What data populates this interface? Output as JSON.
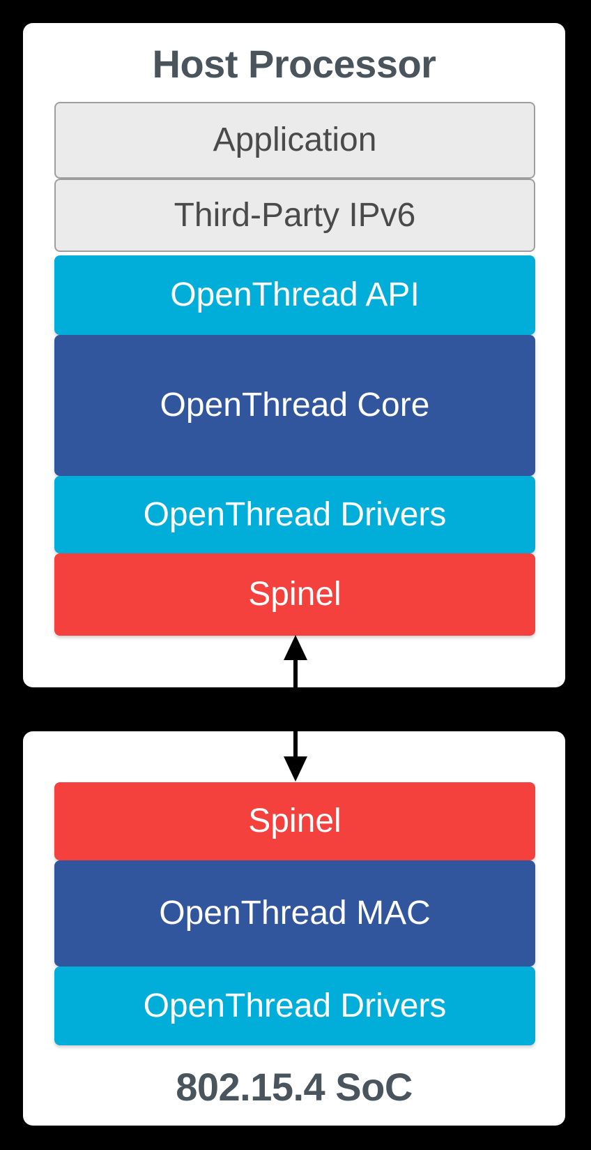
{
  "diagram": {
    "host_processor": {
      "title": "Host Processor",
      "layers": [
        {
          "label": "Application"
        },
        {
          "label": "Third-Party IPv6"
        },
        {
          "label": "OpenThread API"
        },
        {
          "label": "OpenThread Core"
        },
        {
          "label": "OpenThread Drivers"
        },
        {
          "label": "Spinel"
        }
      ]
    },
    "soc": {
      "title": "802.15.4 SoC",
      "layers": [
        {
          "label": "Spinel"
        },
        {
          "label": "OpenThread MAC"
        },
        {
          "label": "OpenThread Drivers"
        }
      ]
    },
    "connector": {
      "icon": "double-headed-vertical-arrow"
    },
    "colors": {
      "background": "#000000",
      "card": "#FFFFFF",
      "cyan": "#00AED9",
      "blue": "#31569D",
      "red": "#F4413E",
      "gray_fill": "#EBEBEB",
      "gray_border": "#9E9E9E",
      "title_text": "#4A545C",
      "gray_label_text": "#4A4A4A",
      "arrow": "#000000"
    }
  }
}
